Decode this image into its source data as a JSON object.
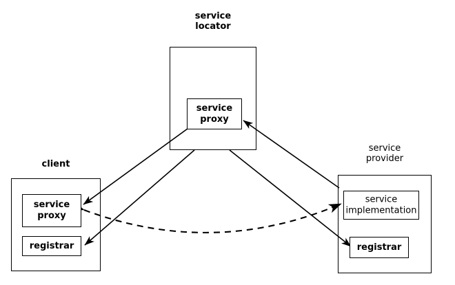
{
  "diagram": {
    "title_alt": "service locator architecture",
    "nodes": {
      "service_locator": {
        "label_line1": "service",
        "label_line2": "locator",
        "inner": {
          "service_proxy_line1": "service",
          "service_proxy_line2": "proxy"
        }
      },
      "client": {
        "label": "client",
        "inner": {
          "service_proxy_line1": "service",
          "service_proxy_line2": "proxy",
          "registrar": "registrar"
        }
      },
      "service_provider": {
        "label_line1": "service",
        "label_line2": "provider",
        "inner": {
          "service_impl_line1": "service",
          "service_impl_line2": "implementation",
          "registrar": "registrar"
        }
      }
    },
    "edges": [
      {
        "name": "locator-proxy-to-client-proxy",
        "style": "solid",
        "arrow": "end",
        "from": "service locator / service proxy",
        "to": "client / service proxy"
      },
      {
        "name": "locator-to-client-registrar",
        "style": "solid",
        "arrow": "end",
        "from": "service locator",
        "to": "client / registrar"
      },
      {
        "name": "provider-to-locator-proxy",
        "style": "solid",
        "arrow": "end",
        "from": "service provider",
        "to": "service locator / service proxy"
      },
      {
        "name": "locator-to-provider-registrar",
        "style": "solid",
        "arrow": "end",
        "from": "service locator",
        "to": "service provider / registrar"
      },
      {
        "name": "client-proxy-to-service-implementation",
        "style": "dashed",
        "arrow": "both",
        "from": "client / service proxy",
        "to": "service provider / service implementation"
      }
    ],
    "colors": {
      "stroke": "#000000",
      "background": "#ffffff",
      "text": "#000000"
    }
  }
}
